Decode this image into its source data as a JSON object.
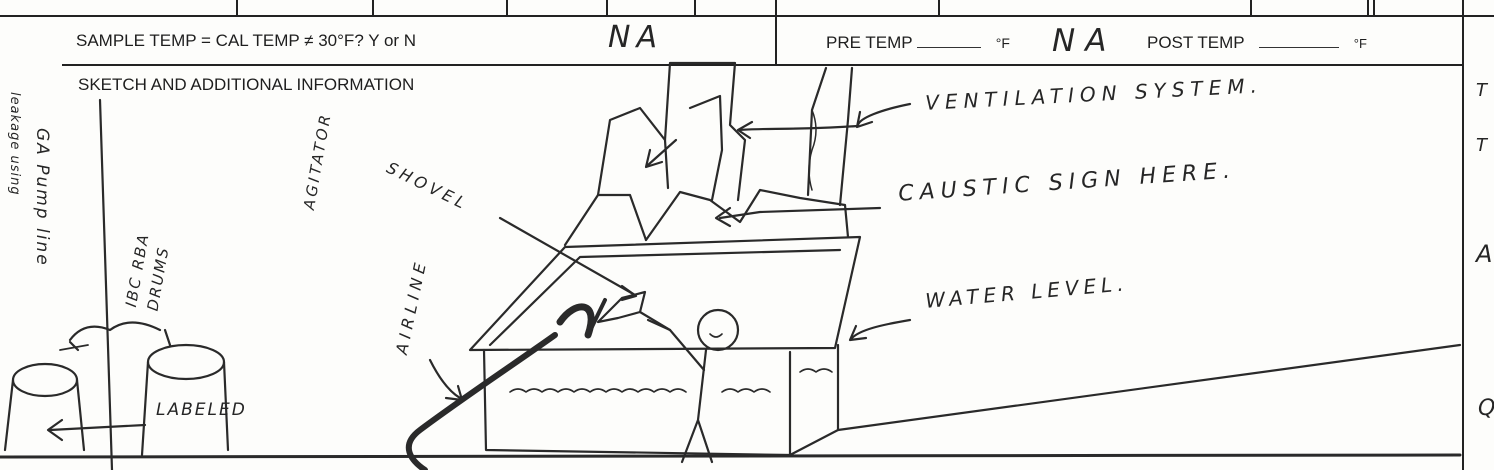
{
  "form": {
    "sample_temp_question": "SAMPLE TEMP = CAL TEMP ≠ 30°F? Y or N",
    "sample_temp_answer": "NA",
    "pre_temp_label": "PRE TEMP",
    "pre_temp_unit": "°F",
    "pre_temp_answer": "NA",
    "post_temp_label": "POST TEMP",
    "post_temp_unit": "°F",
    "sketch_section_title": "SKETCH AND ADDITIONAL INFORMATION"
  },
  "sketch": {
    "labels": {
      "ventilation": "VENTILATION SYSTEM.",
      "caustic": "CAUSTIC SIGN HERE.",
      "water": "WATER LEVEL.",
      "shovel": "SHOVEL",
      "agitator": "AGITATOR",
      "airline": "AIRLINE",
      "drums": "IBC RBA DRUMS",
      "labeled": "LABELED",
      "ga_pump": "GA Pump line",
      "far_left": "leakage using"
    },
    "right_margin_marks": [
      "T",
      "T",
      "A",
      "Q"
    ]
  }
}
